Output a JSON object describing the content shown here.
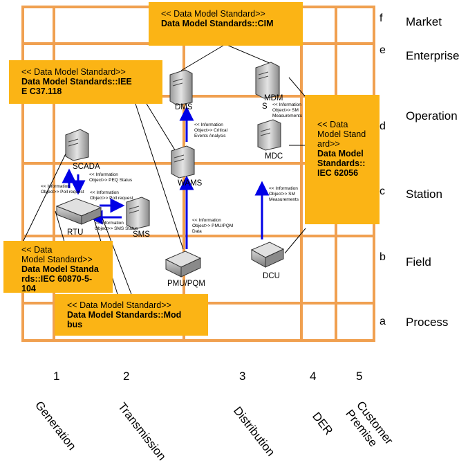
{
  "zones": [
    {
      "letter": "f",
      "name": "Market"
    },
    {
      "letter": "e",
      "name": "Enterprise"
    },
    {
      "letter": "d",
      "name": "Operation"
    },
    {
      "letter": "c",
      "name": "Station"
    },
    {
      "letter": "b",
      "name": "Field"
    },
    {
      "letter": "a",
      "name": "Process"
    }
  ],
  "domains": [
    {
      "number": "1",
      "name": "Generation"
    },
    {
      "number": "2",
      "name": "Transmission"
    },
    {
      "number": "3",
      "name": "Distribution"
    },
    {
      "number": "4",
      "name": "DER"
    },
    {
      "number": "5",
      "name_line1": "Customer",
      "name_line2": "Premise"
    }
  ],
  "components": {
    "dms": "DMS",
    "mdm": "MDM",
    "mdm_s": "S",
    "mdc": "MDC",
    "wams": "WAMS",
    "scada": "SCADA",
    "rtu": "RTU",
    "sms": "SMS",
    "pmu": "PMU/PQM",
    "dcu": "DCU"
  },
  "notes": {
    "cim": {
      "stereotype": "<< Data Model Standard>>",
      "name": "Data Model Standards::CIM"
    },
    "iec_c37": {
      "stereotype": "<< Data Model Standard>>",
      "name_line1": "Data Model Standards::IEE",
      "name_line2": "E C37.118"
    },
    "iec_62056": {
      "stereotype_line1": "<< Data",
      "stereotype_line2": "Model Stand",
      "stereotype_line3": "ard>>",
      "name_line1": "Data Model",
      "name_line2": "Standards::",
      "name_line3": "IEC 62056"
    },
    "iec_60870": {
      "stereotype_line1": "<< Data",
      "stereotype_line2": "Model Standard>>",
      "name_line1": "Data Model Standa",
      "name_line2": "rds::IEC 60870-5-",
      "name_line3": "104"
    },
    "modbus": {
      "stereotype": "<< Data Model Standard>>",
      "name_line1": "Data Model Standards::Mod",
      "name_line2": "bus"
    }
  },
  "messages": {
    "sm_mdm": {
      "l1": "<< Information",
      "l2": "Object>> SM",
      "l3": "Measurements"
    },
    "critical": {
      "l1": "<< Information",
      "l2": "Object>> Critical",
      "l3": "Events Analysis"
    },
    "peq": {
      "l1": "<< Information",
      "l2": "Object>> PEQ Status"
    },
    "poll_rtu": {
      "l1": "<< Information",
      "l2": "Object>> Poll request"
    },
    "poll_sms": {
      "l1": "<< Information",
      "l2": "Object>> Poll request"
    },
    "sms_status": {
      "l1": "<< Information",
      "l2": "Object>> SMS Status"
    },
    "pmu_data": {
      "l1": "<< Information",
      "l2": "Object>> PMU/PQM",
      "l3": "Data"
    },
    "sm_mdc": {
      "l1": "<< Information",
      "l2": "Object>> SM",
      "l3": "Measurements"
    }
  },
  "colors": {
    "grid": "#f0a050",
    "note": "#fbb415",
    "arrow": "#0000e6",
    "server": "#c8c8c8"
  }
}
